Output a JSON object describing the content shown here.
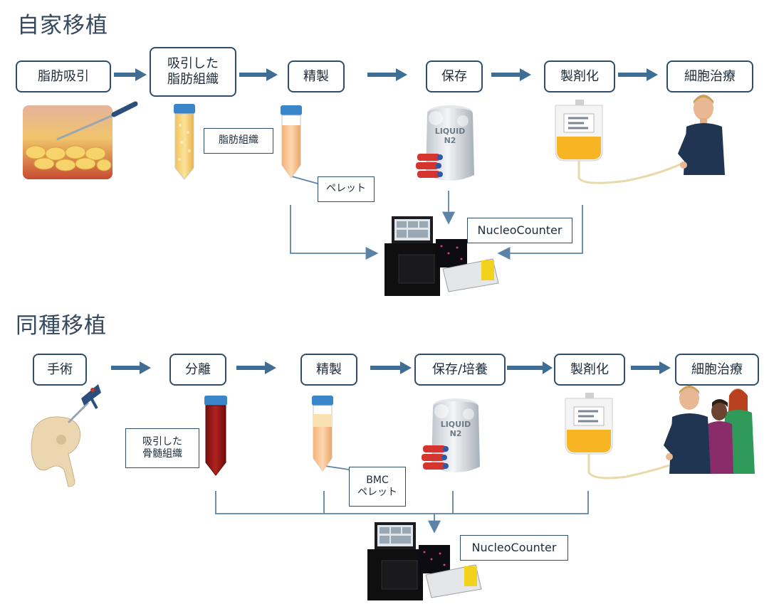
{
  "autologous": {
    "title": "自家移植",
    "steps": [
      "脂肪吸引",
      "吸引した\n脂肪組織",
      "精製",
      "保存",
      "製剤化",
      "細胞治療"
    ],
    "labels": {
      "tissue": "脂肪組織",
      "pellet": "ペレット",
      "counter": "NucleoCounter"
    },
    "tank_text": "LIQUID N2"
  },
  "allogeneic": {
    "title": "同種移植",
    "steps": [
      "手術",
      "分離",
      "精製",
      "保存/培養",
      "製剤化",
      "細胞治療"
    ],
    "labels": {
      "marrow": "吸引した\n骨髄組織",
      "pellet": "BMC\nペレット",
      "counter": "NucleoCounter"
    },
    "tank_text": "LIQUID N2"
  },
  "colors": {
    "box_border": "#2d4f6b",
    "arrow": "#3f6d94",
    "line": "#5b84a8",
    "title": "#34495e"
  }
}
